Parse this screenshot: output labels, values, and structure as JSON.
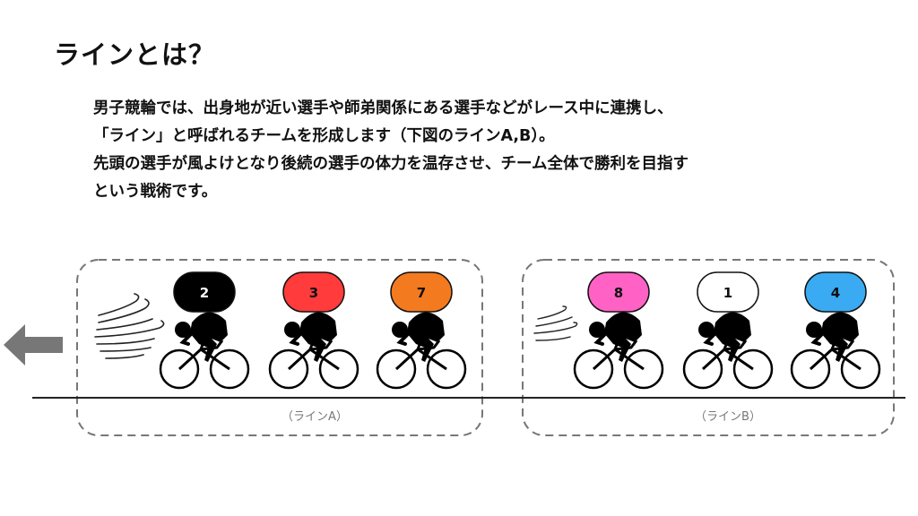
{
  "title": "ラインとは？",
  "description": [
    "男子競輪では、出身地が近い選手や師弟関係にある選手などがレース中に連携し、",
    "「ライン」と呼ばれるチームを形成します（下図のラインA,B）。",
    "先頭の選手が風よけとなり後続の選手の体力を温存させ、チーム全体で勝利を目指す",
    "という戦術です。"
  ],
  "lines": [
    {
      "label": "（ラインA）",
      "riders": [
        {
          "number": "2",
          "color": "#000000",
          "text_color": "#ffffff"
        },
        {
          "number": "3",
          "color": "#ff3b3b",
          "text_color": "#111111"
        },
        {
          "number": "7",
          "color": "#f47a20",
          "text_color": "#111111"
        }
      ]
    },
    {
      "label": "（ラインB）",
      "riders": [
        {
          "number": "8",
          "color": "#ff62c4",
          "text_color": "#111111"
        },
        {
          "number": "1",
          "color": "#ffffff",
          "text_color": "#111111"
        },
        {
          "number": "4",
          "color": "#3aaaf2",
          "text_color": "#111111"
        }
      ]
    }
  ],
  "colors": {
    "arrow": "#777777",
    "frame": "#777777",
    "track": "#222222"
  }
}
